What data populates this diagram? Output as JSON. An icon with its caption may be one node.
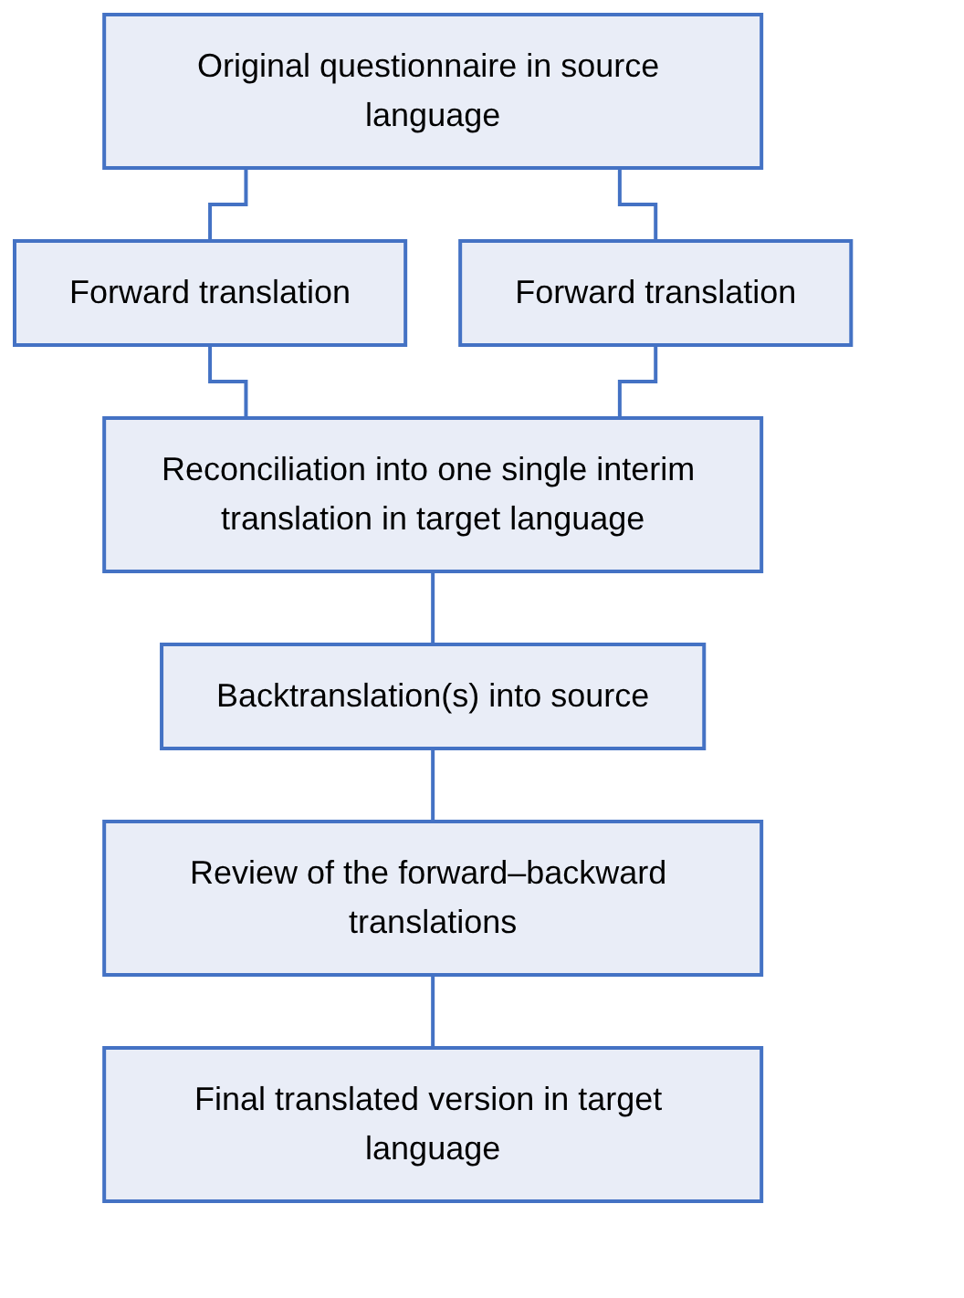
{
  "diagram": {
    "nodes": [
      {
        "text": [
          "Original questionnaire in source language"
        ]
      },
      {
        "text": [
          "Forward translation"
        ]
      },
      {
        "text": [
          "Forward translation"
        ]
      },
      {
        "text": [
          "Reconciliation into one single interim translation in target language"
        ]
      },
      {
        "text": [
          "Backtranslation(s) into source"
        ]
      },
      {
        "text": [
          "Review of the forward–backward translations"
        ]
      },
      {
        "text": [
          "Final translated version in target language"
        ]
      }
    ],
    "edges": [
      {
        "from": 0,
        "to": 1,
        "arrow": "none"
      },
      {
        "from": 0,
        "to": 2,
        "arrow": "none"
      },
      {
        "from": 1,
        "to": 3,
        "arrow": "none"
      },
      {
        "from": 2,
        "to": 3,
        "arrow": "none"
      },
      {
        "from": 3,
        "to": 4,
        "arrow": "none"
      },
      {
        "from": 4,
        "to": 5,
        "arrow": "none"
      },
      {
        "from": 5,
        "to": 6,
        "arrow": "none"
      }
    ]
  }
}
